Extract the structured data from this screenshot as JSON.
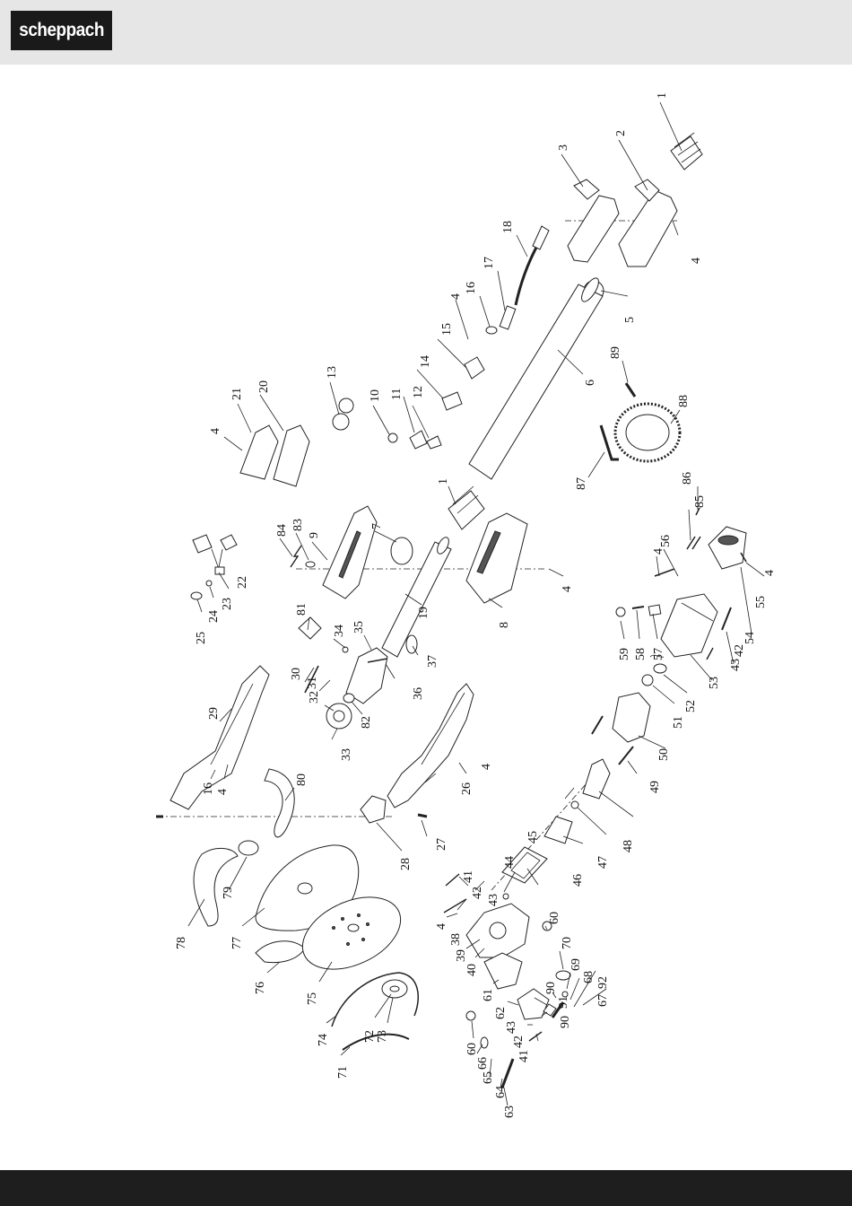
{
  "brand": {
    "logo_text": "scheppach"
  },
  "labels": {
    "p1": "1",
    "p2": "2",
    "p3": "3",
    "p4": "4",
    "p5": "5",
    "p6": "6",
    "p7": "7",
    "p8": "8",
    "p9": "9",
    "p10": "10",
    "p11": "11",
    "p12": "12",
    "p13": "13",
    "p14": "14",
    "p15": "15",
    "p16": "16",
    "p17": "17",
    "p18": "18",
    "p19": "19",
    "p20": "20",
    "p21": "21",
    "p22": "22",
    "p23": "23",
    "p24": "24",
    "p25": "25",
    "p26": "26",
    "p27": "27",
    "p28": "28",
    "p29": "29",
    "p30": "30",
    "p31": "31",
    "p32": "32",
    "p33": "33",
    "p34": "34",
    "p35": "35",
    "p36": "36",
    "p37": "37",
    "p38": "38",
    "p39": "39",
    "p40": "40",
    "p41": "41",
    "p42": "42",
    "p43": "43",
    "p44": "44",
    "p45": "45",
    "p46": "46",
    "p47": "47",
    "p48": "48",
    "p49": "49",
    "p50": "50",
    "p51": "51",
    "p52": "52",
    "p53": "53",
    "p54": "54",
    "p55": "55",
    "p56": "56",
    "p57": "57",
    "p58": "58",
    "p59": "59",
    "p60": "60",
    "p61": "61",
    "p62": "62",
    "p63": "63",
    "p64": "64",
    "p65": "65",
    "p66": "66",
    "p67": "67",
    "p68": "68",
    "p69": "69",
    "p70": "70",
    "p71": "71",
    "p72": "72",
    "p73": "73",
    "p74": "74",
    "p75": "75",
    "p76": "76",
    "p77": "77",
    "p78": "78",
    "p79": "79",
    "p80": "80",
    "p81": "81",
    "p82": "82",
    "p83": "83",
    "p84": "84",
    "p85": "85",
    "p86": "86",
    "p87": "87",
    "p88": "88",
    "p89": "89",
    "p90": "90",
    "p91": "91",
    "p92": "92"
  }
}
